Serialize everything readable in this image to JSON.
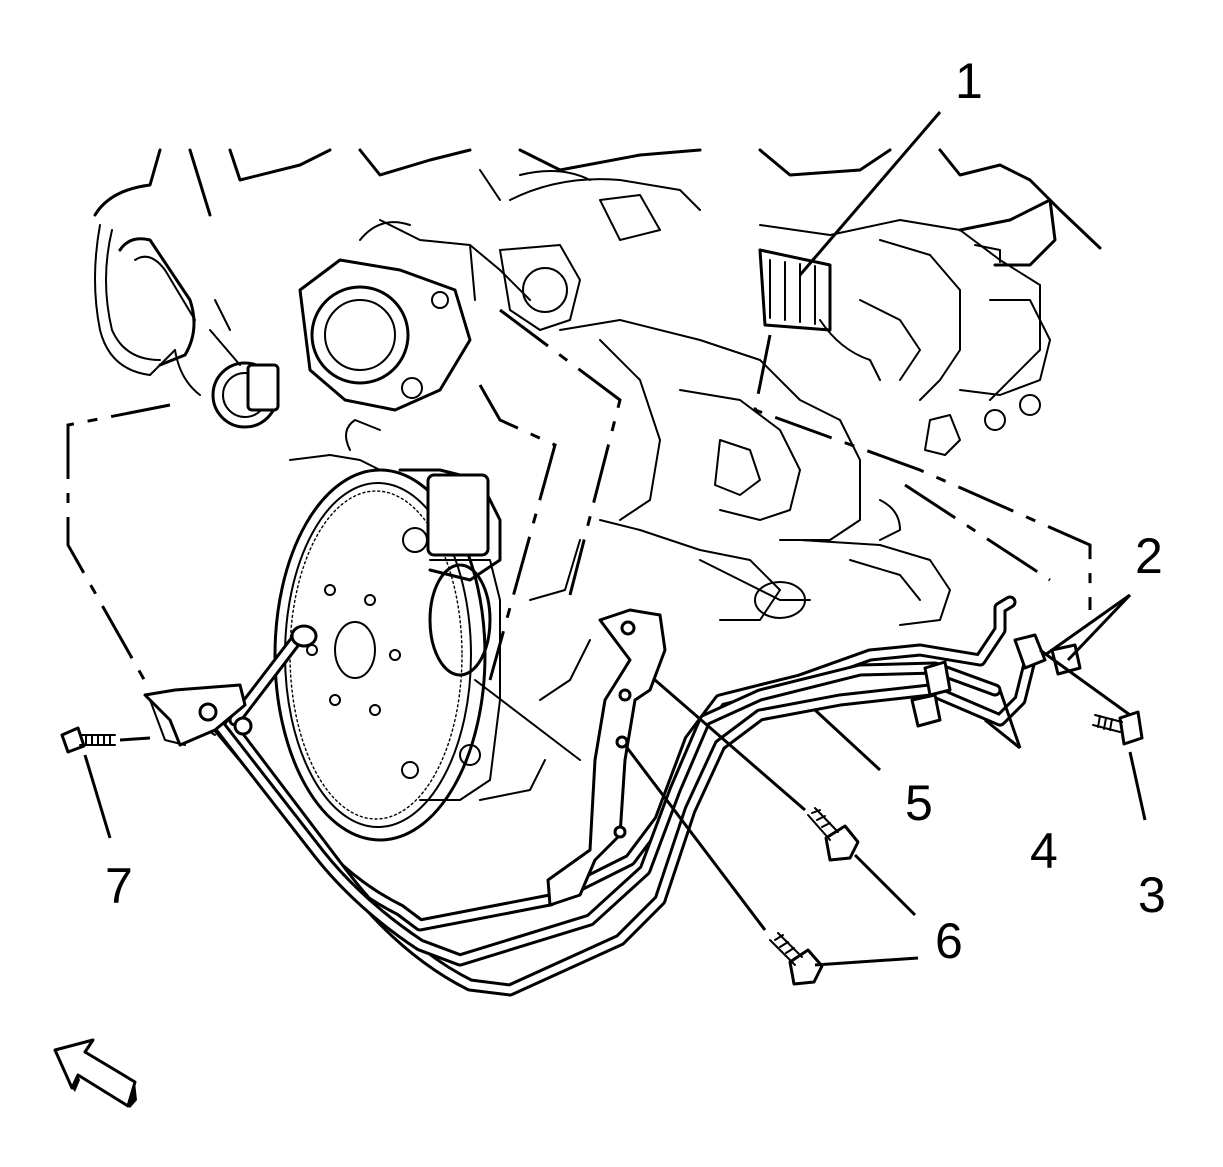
{
  "callouts": {
    "c1": "1",
    "c2": "2",
    "c3": "3",
    "c4": "4",
    "c5": "5",
    "c6a": "6",
    "c6b": "6",
    "c7": "7"
  },
  "view_arrow_icon": "direction-arrow-icon"
}
